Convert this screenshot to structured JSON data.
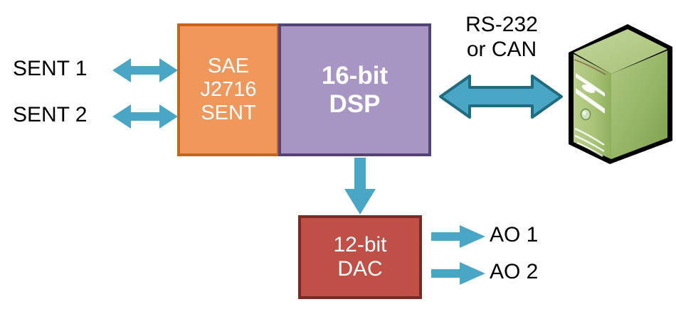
{
  "diagram": {
    "title": "SENT to DSP to DAC signal chain block diagram",
    "blocks": [
      {
        "id": "sent-interface",
        "lines": [
          "SAE",
          "J2716",
          "SENT"
        ],
        "fill": "#F0985C",
        "border": "#C5651A",
        "text_color": "#FFFFFF"
      },
      {
        "id": "dsp",
        "lines": [
          "16-bit",
          "DSP"
        ],
        "fill": "#A796C4",
        "border": "#554277",
        "text_color": "#FFFFFF"
      },
      {
        "id": "dac",
        "lines": [
          "12-bit",
          "DAC"
        ],
        "fill": "#BF4F47",
        "border": "#7B2A23",
        "text_color": "#FFFFFF"
      }
    ],
    "labels": {
      "sent1": "SENT 1",
      "sent2": "SENT 2",
      "ao1": "AO 1",
      "ao2": "AO 2",
      "bus_line1": "RS-232",
      "bus_line2": "or CAN"
    },
    "arrows": {
      "sent1": "double-arrow-icon",
      "sent2": "double-arrow-icon",
      "bus": "double-arrow-icon",
      "dsp_to_dac": "arrow-down-icon",
      "ao1": "arrow-right-icon",
      "ao2": "arrow-right-icon",
      "fill": "#49A6C4",
      "outline": "#1F6B80"
    },
    "computer": {
      "icon": "computer-tower-icon",
      "body_color": "#9DBE6A",
      "outline_color": "#000000"
    }
  }
}
